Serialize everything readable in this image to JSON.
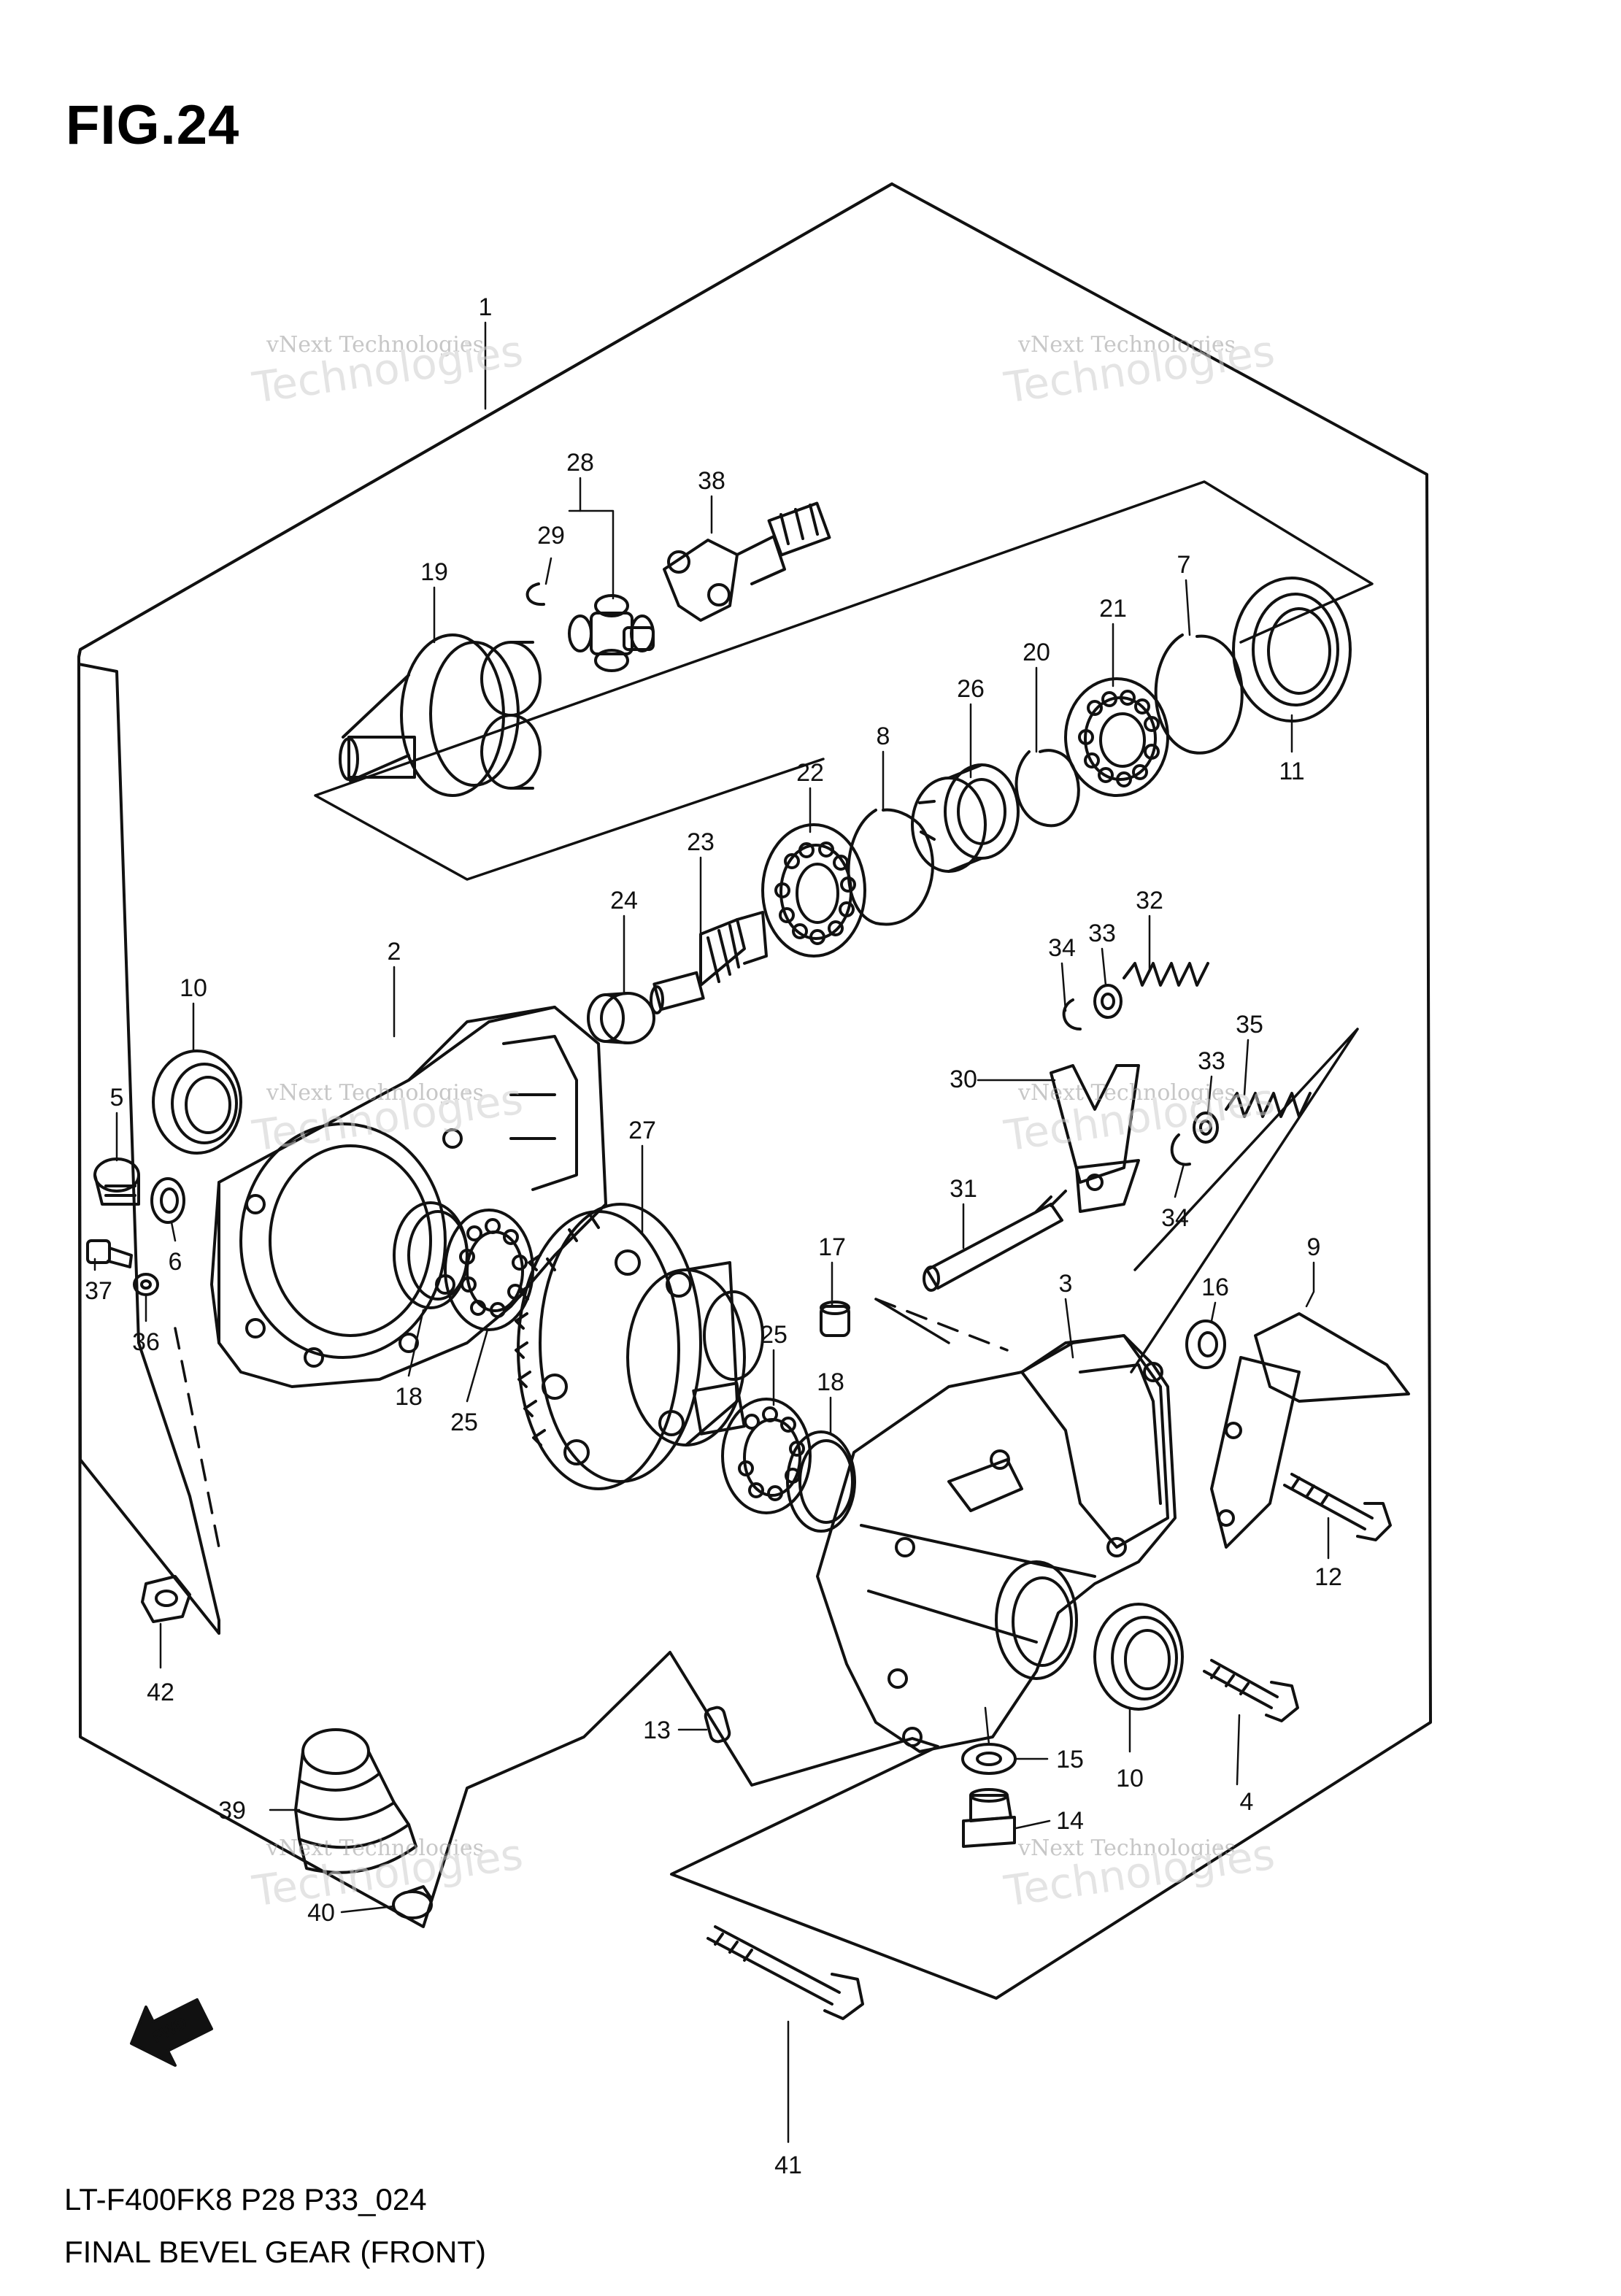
{
  "figure": {
    "title": "FIG.24"
  },
  "footer": {
    "code": "LT-F400FK8 P28 P33_024",
    "caption": "FINAL BEVEL GEAR (FRONT)"
  },
  "arrow": {
    "label": "FWD"
  },
  "watermark": {
    "company": "vNext Technologies",
    "word": "Technologies"
  },
  "callouts": {
    "c1": "1",
    "c2": "2",
    "c3": "3",
    "c4": "4",
    "c5": "5",
    "c6": "6",
    "c7": "7",
    "c8": "8",
    "c9": "9",
    "c10a": "10",
    "c10b": "10",
    "c11": "11",
    "c12": "12",
    "c13": "13",
    "c14": "14",
    "c15": "15",
    "c16": "16",
    "c17": "17",
    "c18a": "18",
    "c18b": "18",
    "c19": "19",
    "c20": "20",
    "c21": "21",
    "c22": "22",
    "c23": "23",
    "c24": "24",
    "c25a": "25",
    "c25b": "25",
    "c26": "26",
    "c27": "27",
    "c28": "28",
    "c29": "29",
    "c30": "30",
    "c31": "31",
    "c32": "32",
    "c33a": "33",
    "c33b": "33",
    "c34a": "34",
    "c34b": "34",
    "c35": "35",
    "c36": "36",
    "c37": "37",
    "c38": "38",
    "c39": "39",
    "c40": "40",
    "c41": "41",
    "c42": "42"
  },
  "colors": {
    "line": "#111111",
    "watermark": "#9a9a9a"
  }
}
